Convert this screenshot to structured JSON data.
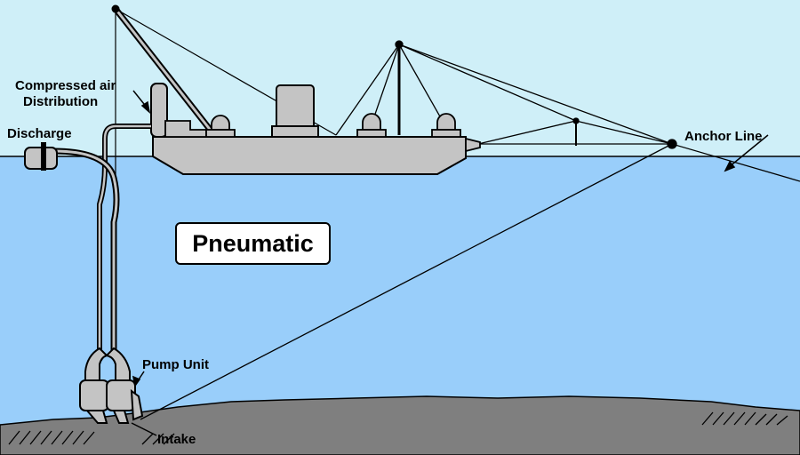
{
  "title": "Pneumatic",
  "labels": {
    "compressed_air_line1": "Compressed air",
    "compressed_air_line2": "Distribution",
    "discharge": "Discharge",
    "anchor_line": "Anchor Line",
    "pump_unit": "Pump Unit",
    "intake": "Intake"
  },
  "colors": {
    "sky": "#cfeff8",
    "water": "#99cefa",
    "seabed": "#7f7f7f",
    "barge": "#c4c4c4",
    "outline": "#000000"
  }
}
